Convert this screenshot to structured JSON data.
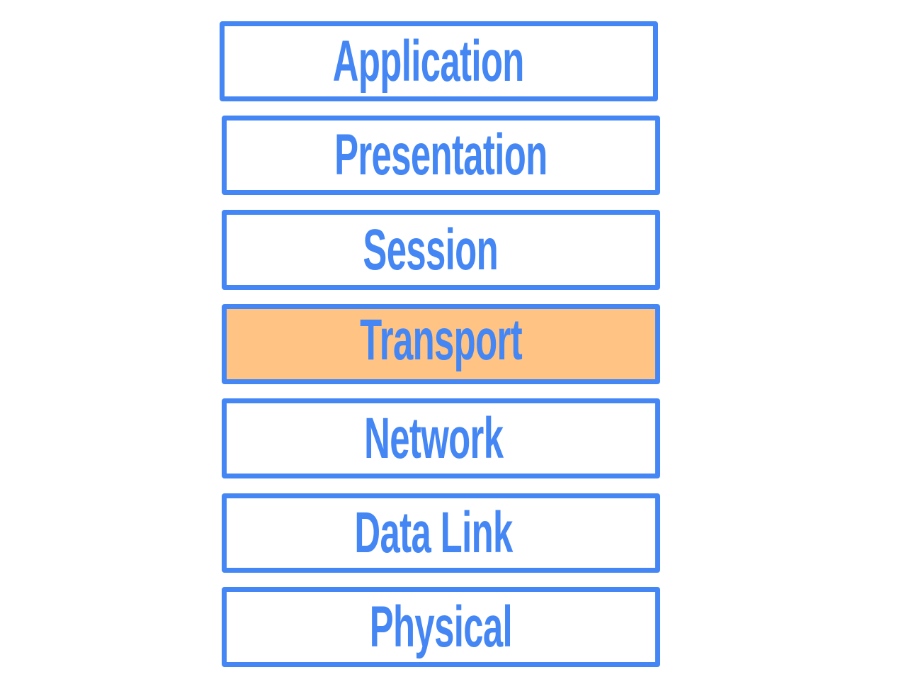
{
  "colors": {
    "border": "#4486F4",
    "text": "#4486F4",
    "highlight_fill": "#FFC384",
    "fill": "#FFFFFF"
  },
  "layers": [
    {
      "label": "Application",
      "highlighted": false
    },
    {
      "label": "Presentation",
      "highlighted": false
    },
    {
      "label": "Session",
      "highlighted": false
    },
    {
      "label": "Transport",
      "highlighted": true
    },
    {
      "label": "Network",
      "highlighted": false
    },
    {
      "label": "Data Link",
      "highlighted": false
    },
    {
      "label": "Physical",
      "highlighted": false
    }
  ]
}
